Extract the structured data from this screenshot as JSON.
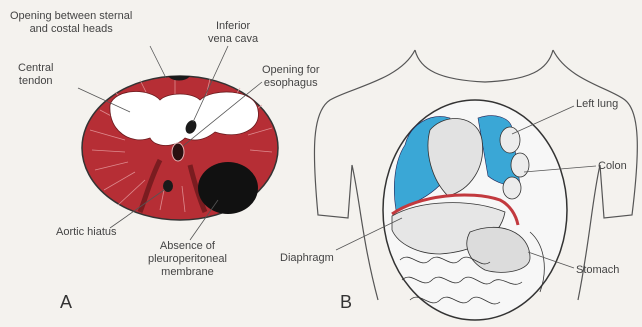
{
  "panel_a": {
    "letter": "A",
    "labels": {
      "sternal_opening_line1": "Opening between sternal",
      "sternal_opening_line2": "and costal heads",
      "inferior_vena_cava_line1": "Inferior",
      "inferior_vena_cava_line2": "vena cava",
      "central_tendon_line1": "Central",
      "central_tendon_line2": "tendon",
      "esophagus_line1": "Opening for",
      "esophagus_line2": "esophagus",
      "aortic_hiatus": "Aortic hiatus",
      "absence_line1": "Absence of",
      "absence_line2": "pleuroperitoneal",
      "absence_line3": "membrane"
    }
  },
  "panel_b": {
    "letter": "B",
    "labels": {
      "left_lung": "Left lung",
      "colon": "Colon",
      "diaphragm": "Diaphragm",
      "stomach": "Stomach"
    }
  },
  "colors": {
    "muscle": "#c2393e",
    "lung": "#3aa7d6",
    "line": "#555555"
  }
}
